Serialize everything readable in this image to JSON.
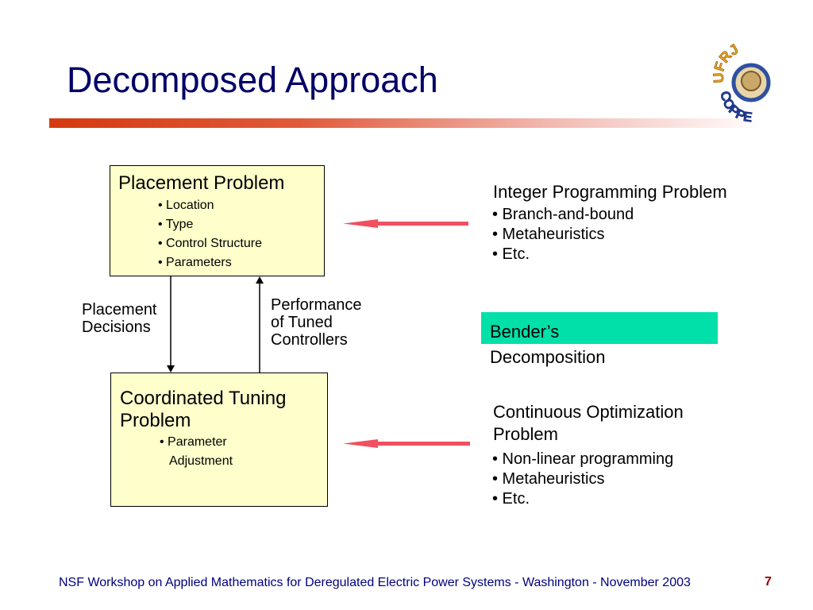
{
  "slide": {
    "title": "Decomposed Approach",
    "logo_text": "UFRJ COPPE"
  },
  "placement_box": {
    "title": "Placement Problem",
    "bullets": [
      "• Location",
      "• Type",
      "• Control Structure",
      "• Parameters"
    ]
  },
  "tuning_box": {
    "title_lines": [
      "Coordinated Tuning",
      "Problem"
    ],
    "bullets": [
      "• Parameter",
      "Adjustment"
    ]
  },
  "flow_labels": {
    "placement_decisions": [
      "Placement",
      "Decisions"
    ],
    "performance": [
      "Performance",
      "of Tuned",
      "Controllers"
    ]
  },
  "integer_problem": {
    "title": "Integer Programming Problem",
    "bullets": [
      "• Branch-and-bound",
      "• Metaheuristics",
      "• Etc."
    ]
  },
  "benders": {
    "lines": [
      "Bender’s",
      "Decomposition"
    ]
  },
  "continuous_problem": {
    "title_lines": [
      "Continuous Optimization",
      "Problem"
    ],
    "bullets": [
      "• Non-linear programming",
      "• Metaheuristics",
      "• Etc."
    ]
  },
  "colors": {
    "title": "#000066",
    "box_fill": "#ffffcc",
    "highlight": "#00e0a8",
    "arrow_red": "#f05060",
    "footer": "#000080"
  },
  "footer": {
    "text": "NSF Workshop on Applied Mathematics for Deregulated Electric Power Systems - Washington - November 2003",
    "page_number": "7"
  }
}
